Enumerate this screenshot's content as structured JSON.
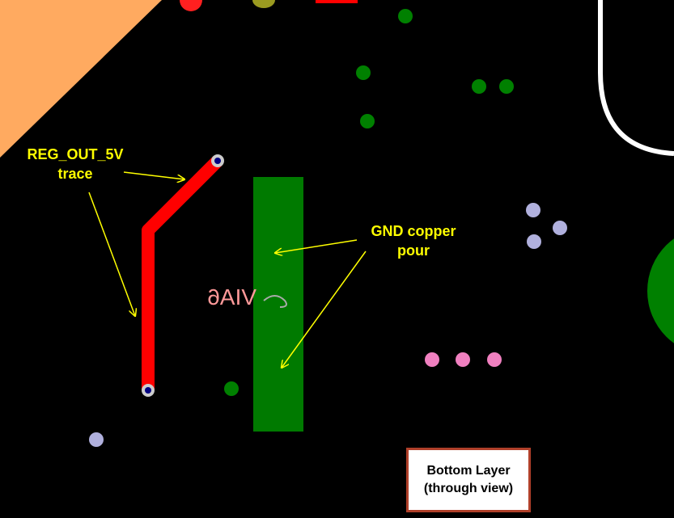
{
  "annotations": {
    "trace_label_line1": "REG_OUT_5V",
    "trace_label_line2": "trace",
    "pour_label_line1": "GND copper",
    "pour_label_line2": "pour"
  },
  "silkscreen": {
    "mirrored_text": "VIA6"
  },
  "legend": {
    "line1": "Bottom Layer",
    "line2": "(through view)"
  },
  "colors": {
    "background": "#000000",
    "copper_pad_orange": "#ffaa60",
    "trace_red": "#ff0000",
    "gnd_pour_green": "#007a00",
    "via_green": "#008000",
    "via_lavender": "#b0b0dd",
    "pad_pink": "#f080c0",
    "silkscreen_pink": "#ff9999",
    "annotation_yellow": "#ffff00",
    "board_outline": "#ffffff",
    "legend_border": "#b0402a"
  }
}
